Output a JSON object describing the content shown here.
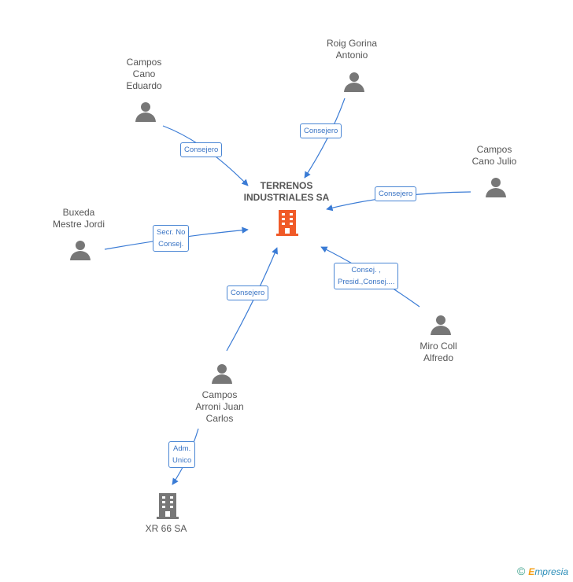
{
  "center": {
    "name": "TERRENOS INDUSTRIALES SA",
    "line1": "TERRENOS",
    "line2": "INDUSTRIALES SA"
  },
  "people": {
    "roig": {
      "lines": [
        "Roig Gorina",
        "Antonio"
      ]
    },
    "eduardo": {
      "lines": [
        "Campos",
        "Cano",
        "Eduardo"
      ]
    },
    "julio": {
      "lines": [
        "Campos",
        "Cano Julio"
      ]
    },
    "jordi": {
      "lines": [
        "Buxeda",
        "Mestre Jordi"
      ]
    },
    "alfredo": {
      "lines": [
        "Miro Coll",
        "Alfredo"
      ]
    },
    "juan": {
      "lines": [
        "Campos",
        "Arroni Juan",
        "Carlos"
      ]
    }
  },
  "company2": {
    "lines": [
      "XR 66 SA"
    ]
  },
  "edges": {
    "roig": [
      "Consejero"
    ],
    "eduardo": [
      "Consejero"
    ],
    "julio": [
      "Consejero"
    ],
    "jordi": [
      "Secr.  No",
      "Consej."
    ],
    "alfredo": [
      "Consej. ,",
      "Presid.,Consej...."
    ],
    "juan": [
      "Consejero"
    ],
    "xr66": [
      "Adm.",
      "Unico"
    ]
  },
  "footer": {
    "copyright": "©",
    "brand_first": "E",
    "brand_rest": "mpresia"
  },
  "colors": {
    "edge": "#3a7bd5",
    "person": "#777777",
    "center_building": "#f05a28",
    "building": "#777777"
  }
}
